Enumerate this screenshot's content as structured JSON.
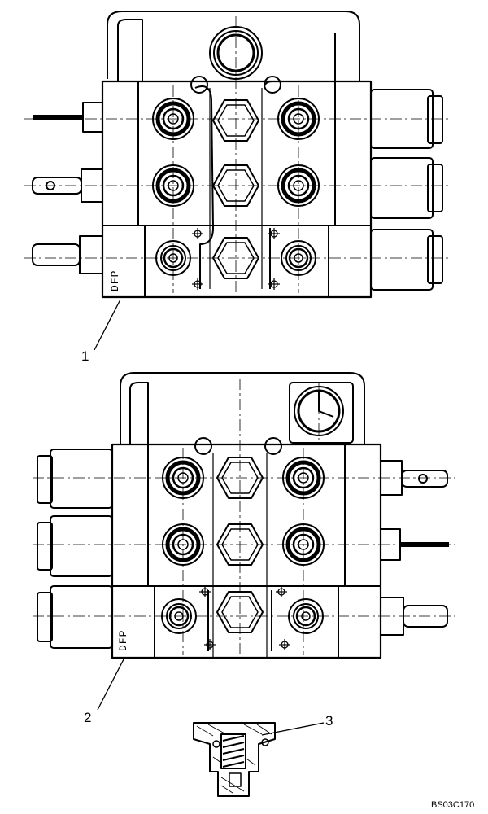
{
  "callouts": {
    "c1": "1",
    "c2": "2",
    "c3": "3"
  },
  "body_marking": "DFP",
  "figure_code": "BS03C170"
}
